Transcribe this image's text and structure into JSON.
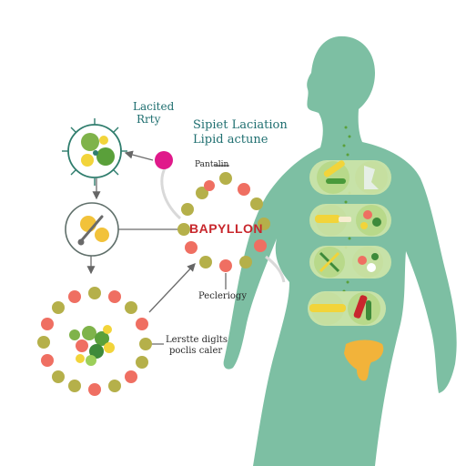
{
  "labels": {
    "lacted_line1": "Lacited",
    "lacted_line2": "Rrty",
    "sipiet_line1": "Sipiet Laciation",
    "sipiet_line2": "Lipid actune",
    "pantalin": "Pantalin",
    "title": "BAPYLLON",
    "pecleriogy": "Pecleriogy",
    "lerstte_line1": "Lerstte diglts",
    "lerstte_line2": "poclis caler"
  },
  "colors": {
    "body": "#7dbfa3",
    "teal_text": "#1f6f70",
    "title_red": "#c8272d",
    "magenta": "#e0198a",
    "salmon": "#ef6f62",
    "olive": "#b5b04a",
    "green": "#7fb34a",
    "yellow": "#f2d43a"
  },
  "icons": {
    "human": "human-silhouette-icon",
    "cell": "cell-icon",
    "magnifier": "enzyme-magnifier-icon",
    "node": "magenta-node-icon",
    "stomach": "stomach-icon"
  }
}
